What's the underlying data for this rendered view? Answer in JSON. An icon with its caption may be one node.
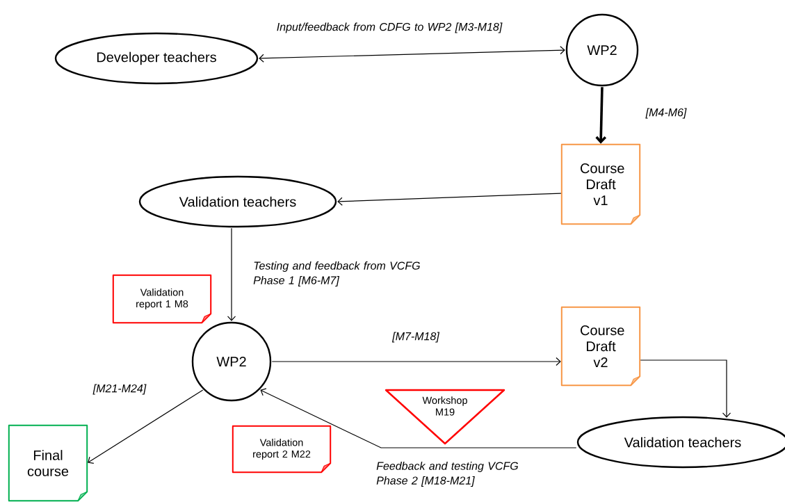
{
  "diagram": {
    "nodes": [
      {
        "text": [
          "Developer teachers"
        ]
      },
      {
        "text": [
          "WP2"
        ]
      },
      {
        "text": [
          "Course Draft v1"
        ]
      },
      {
        "text": [
          "Validation teachers"
        ]
      },
      {
        "text": [
          "Validation report 1 M8"
        ]
      },
      {
        "text": [
          "WP2"
        ]
      },
      {
        "text": [
          "Course Draft v2"
        ]
      },
      {
        "text": [
          "Validation teachers"
        ]
      },
      {
        "text": [
          "Workshop M19"
        ]
      },
      {
        "text": [
          "Validation report 2 M22"
        ]
      },
      {
        "text": [
          "Final course"
        ]
      }
    ],
    "edges": [
      {
        "from": 0,
        "to": 1,
        "arrow": "both",
        "label": "Input/feedback from CDFG to WP2 [M3-M18]"
      },
      {
        "from": 1,
        "to": 2,
        "arrow": "to",
        "style": "thick",
        "label": "[M4-M6]"
      },
      {
        "from": 2,
        "to": 3,
        "arrow": "to"
      },
      {
        "from": 3,
        "to": 5,
        "arrow": "to",
        "label": "Testing and feedback from VCFG Phase 1 [M6-M7]"
      },
      {
        "from": 5,
        "to": 6,
        "arrow": "to",
        "label": "[M7-M18]"
      },
      {
        "from": 6,
        "to": 7,
        "arrow": "to"
      },
      {
        "from": 7,
        "to": 5,
        "arrow": "to",
        "label": "Feedback and testing VCFG Phase 2 [M18-M21]"
      },
      {
        "from": 5,
        "to": 10,
        "arrow": "to",
        "label": "[M21-M24]"
      }
    ]
  }
}
